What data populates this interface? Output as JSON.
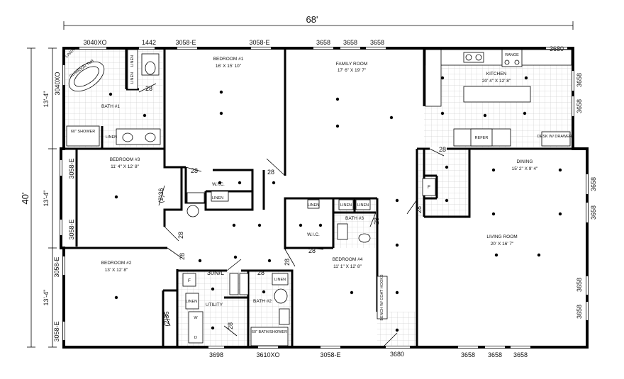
{
  "overall": {
    "width": "68'",
    "depth": "40'"
  },
  "left_dims": {
    "section_top": "13'-4\"",
    "section_mid": "13'-4\"",
    "section_bot": "13'-4\""
  },
  "windows": {
    "top_bath1": "3040XO",
    "top_1442": "1442",
    "top_bed1_a": "3058-E",
    "top_bed1_b": "3058-E",
    "top_family_a": "3658",
    "top_family_b": "3658",
    "top_family_c": "3658",
    "top_kitchen": "3680",
    "left_bath1": "3040XO",
    "left_bed3_a": "3058-E",
    "left_bed3_b": "3058-E",
    "left_bed2_a": "3058-E",
    "left_bed2_b": "3058-E",
    "right_kitchen_a": "3658",
    "right_kitchen_b": "3658",
    "right_living_a": "3658",
    "right_living_b": "3658",
    "right_living_c": "3658",
    "right_living_d": "3658",
    "bottom_utility": "3698",
    "bottom_bath2": "3610XO",
    "bottom_bed4": "3058-E",
    "bottom_entry": "3680",
    "bottom_living_a": "3658",
    "bottom_living_b": "3658",
    "bottom_living_c": "3658"
  },
  "rooms": {
    "bedroom1": {
      "name": "BEDROOM #1",
      "size": "16' X 15' 10\""
    },
    "family": {
      "name": "FAMILY ROOM",
      "size": "17' 6\" X 19' 7\""
    },
    "kitchen": {
      "name": "KITCHEN",
      "size": "20' 4\" X 12' 8\""
    },
    "bath1": {
      "name": "BATH #1"
    },
    "bedroom3": {
      "name": "BEDROOM #3",
      "size": "11' 4\" X 12' 8\""
    },
    "dining": {
      "name": "DINING",
      "size": "15' 2\" X 9' 4\""
    },
    "living": {
      "name": "LIVING ROOM",
      "size": "20' X 16' 7\""
    },
    "bedroom2": {
      "name": "BEDROOM #2",
      "size": "13' X 12' 8\""
    },
    "bedroom4": {
      "name": "BEDROOM #4",
      "size": "11' 1\" X 12' 8\""
    },
    "utility": {
      "name": "UTILITY"
    },
    "bath2": {
      "name": "BATH #2"
    },
    "bath3": {
      "name": "BATH #3"
    },
    "wic1": {
      "name": "W.I.C."
    },
    "wic2": {
      "name": "W.I.C."
    }
  },
  "fixtures": {
    "glamour_tub": "GLAMOUR TUB",
    "shower60": "60\" SHOWER",
    "linen": "LINEN",
    "range": "RANGE",
    "refer": "REFER",
    "desk": "DESK W/ DRAWERS",
    "bath_shower": "60\" BATH/SHOWER",
    "bench": "BENCH W/ COAT HOOKS",
    "f": "F",
    "w": "W",
    "d": "D",
    "rods_a": "(2)36",
    "rods_b": "(2)36",
    "thirty_nl": "30N/L",
    "d28": "28"
  }
}
